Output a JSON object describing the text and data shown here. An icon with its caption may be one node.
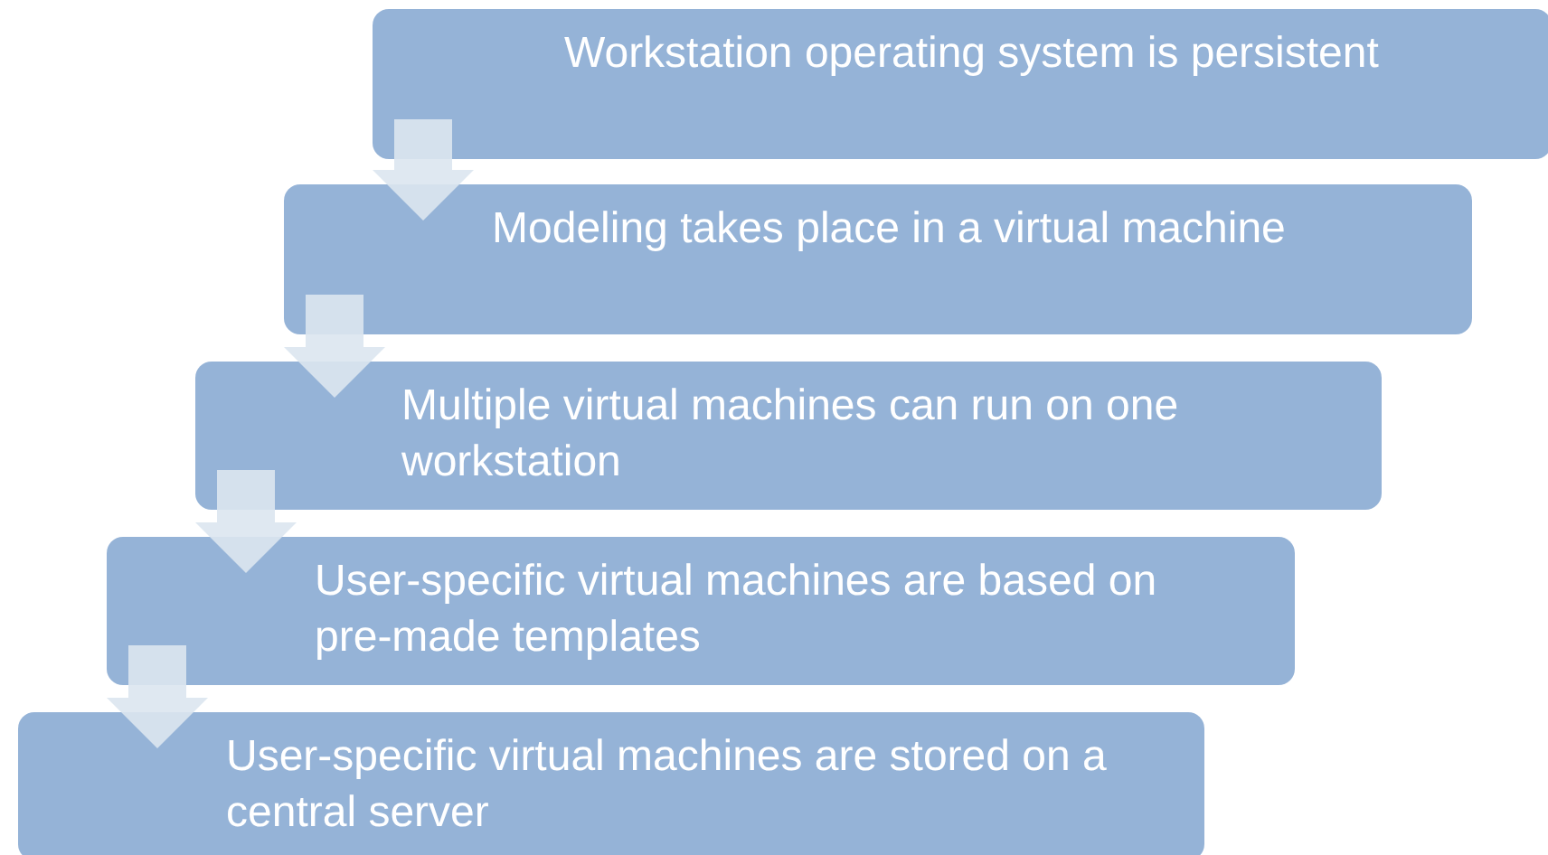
{
  "diagram": {
    "nodes": [
      {
        "text": [
          "Workstation operating system is persistent"
        ]
      },
      {
        "text": [
          "Modeling takes place in a virtual machine"
        ]
      },
      {
        "text": [
          "Multiple virtual machines can run on one workstation"
        ]
      },
      {
        "text": [
          "User-specific virtual machines are based on pre-made templates"
        ]
      },
      {
        "text": [
          "User-specific virtual machines are stored on a central server"
        ]
      }
    ],
    "edges": [
      {
        "from": 0,
        "to": 1,
        "arrow": "to"
      },
      {
        "from": 1,
        "to": 2,
        "arrow": "to"
      },
      {
        "from": 2,
        "to": 3,
        "arrow": "to"
      },
      {
        "from": 3,
        "to": 4,
        "arrow": "to"
      }
    ]
  }
}
